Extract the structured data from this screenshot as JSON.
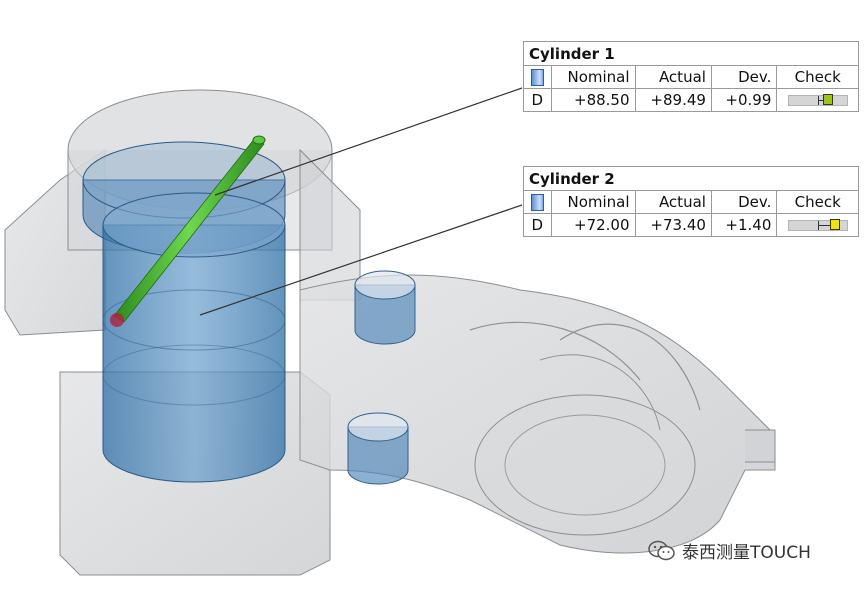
{
  "measurements": [
    {
      "title": "Cylinder 1",
      "headers": [
        "Nominal",
        "Actual",
        "Dev.",
        "Check"
      ],
      "row": {
        "label": "D",
        "nominal": "+88.50",
        "actual": "+89.49",
        "dev": "+0.99"
      },
      "check_status_color": "#9cc41a",
      "check_level": 0.7
    },
    {
      "title": "Cylinder 2",
      "headers": [
        "Nominal",
        "Actual",
        "Dev.",
        "Check"
      ],
      "row": {
        "label": "D",
        "nominal": "+72.00",
        "actual": "+73.40",
        "dev": "+1.40"
      },
      "check_status_color": "#f2e600",
      "check_level": 0.86
    }
  ],
  "watermark": {
    "text": "泰西测量TOUCH"
  },
  "icons": {
    "feature": "cylinder-feature-icon",
    "watermark": "wechat-icon"
  },
  "colors": {
    "part_gray": "#cfd1d3",
    "cylinder_blue": "#4f86b8",
    "probe_green": "#3fae2a",
    "probe_tip": "#b2203f"
  }
}
